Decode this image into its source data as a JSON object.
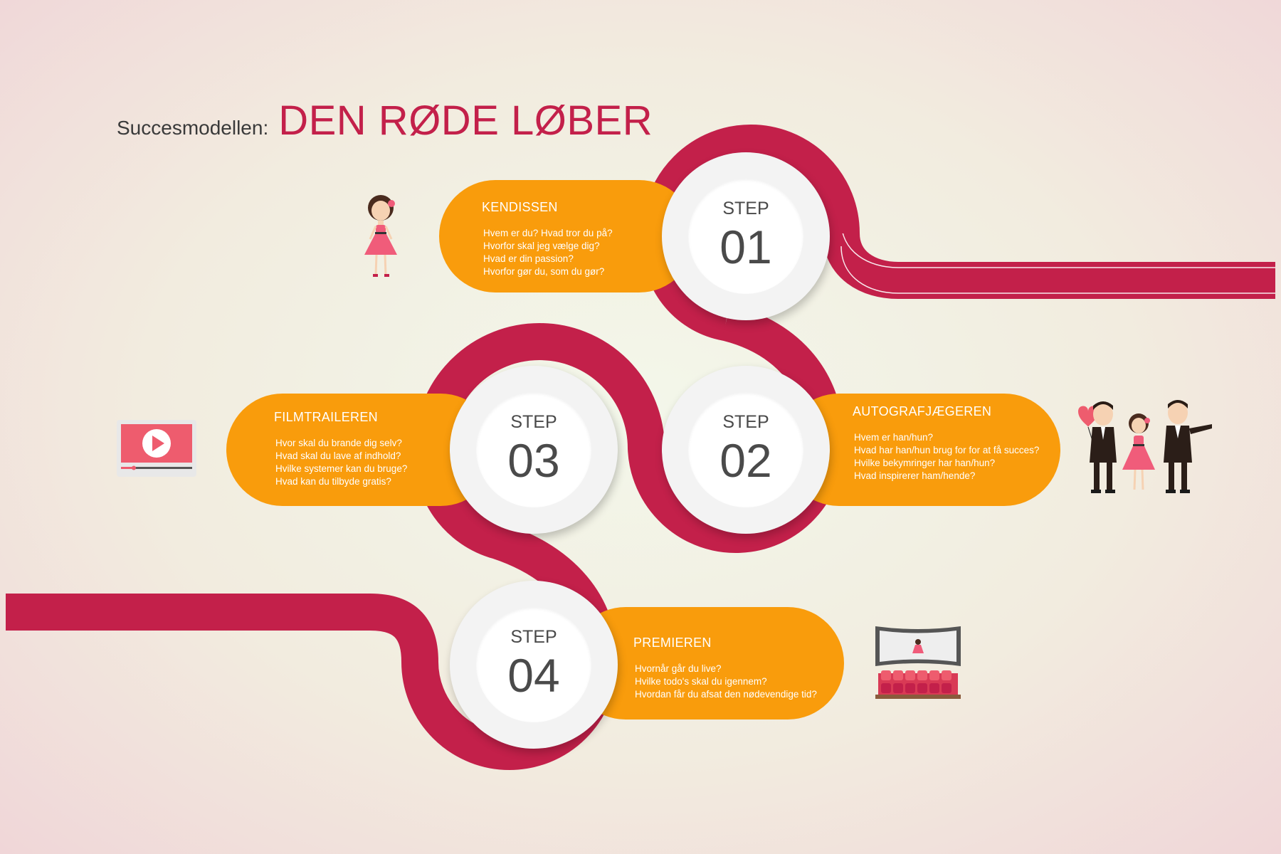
{
  "title": {
    "prefix": "Succesmodellen:",
    "main": "DEN RØDE LØBER"
  },
  "colors": {
    "road": "#c3204a",
    "pill": "#f99c0c",
    "title_accent": "#c3204a",
    "circle": "#f3f3f3"
  },
  "steps": [
    {
      "label": "STEP",
      "number": "01",
      "heading": "KENDISSEN",
      "questions": [
        "Hvem er du? Hvad tror du på?",
        "Hvorfor skal jeg vælge dig?",
        "Hvad er din passion?",
        "Hvorfor gør du, som du gør?"
      ]
    },
    {
      "label": "STEP",
      "number": "02",
      "heading": "AUTOGRAFJÆGEREN",
      "questions": [
        "Hvem er han/hun?",
        "Hvad har han/hun brug for for at få succes?",
        "Hvilke bekymringer har han/hun?",
        "Hvad inspirerer ham/hende?"
      ]
    },
    {
      "label": "STEP",
      "number": "03",
      "heading": "FILMTRAILEREN",
      "questions": [
        "Hvor skal du brande dig selv?",
        "Hvad skal du lave af indhold?",
        "Hvilke systemer kan du bruge?",
        "Hvad kan du tilbyde gratis?"
      ]
    },
    {
      "label": "STEP",
      "number": "04",
      "heading": "PREMIEREN",
      "questions": [
        "Hvornår går du live?",
        "Hvilke todo's skal du igennem?",
        "Hvordan får du afsat den nødevendige tid?"
      ]
    }
  ],
  "illustrations": [
    "girl-figure-icon",
    "video-player-icon",
    "couple-figures-icon",
    "cinema-icon"
  ]
}
